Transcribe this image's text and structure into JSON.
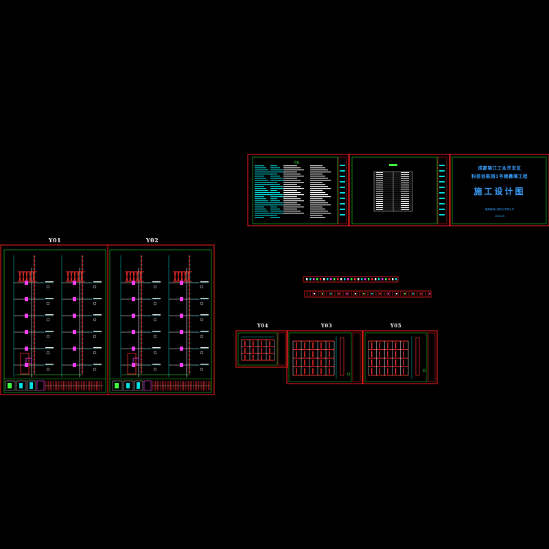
{
  "sheets": {
    "sheet_1_label": "Y01",
    "sheet_2_label": "Y02",
    "sheet_4_label": "Y04",
    "sheet_3_label": "Y03",
    "sheet_5_label": "Y05"
  },
  "cover": {
    "project_line_1": "成都锦江工业开发区",
    "project_line_2": "科技创新园1号楼幕墙工程",
    "title": "施工设计图",
    "note_1": "建筑幕墙工程设计有限公司",
    "note_2": "2008.06"
  },
  "index_sheet": {
    "heading": "目录"
  },
  "colors": {
    "background": "#000000",
    "frame_red": "#ff2020",
    "frame_green": "#20c020",
    "structure_red": "#ff3030",
    "annotation_cyan": "#00e0e0",
    "annotation_white": "#ffffff",
    "annotation_magenta": "#ff40ff",
    "annotation_green": "#40ff40",
    "text_blue": "#3aa0ff"
  }
}
